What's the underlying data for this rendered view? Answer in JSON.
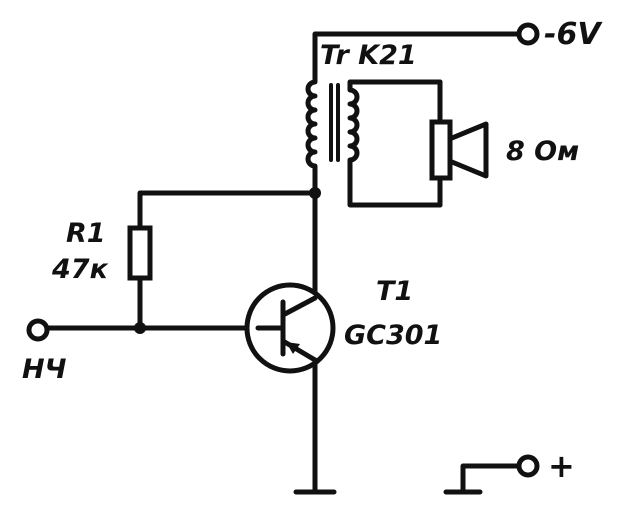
{
  "labels": {
    "supply_negative": "-6V",
    "transformer": "Tr K21",
    "speaker": "8 Ом",
    "resistor_ref": "R1",
    "resistor_value": "47к",
    "transistor_ref": "T1",
    "transistor_type": "GC301",
    "input": "НЧ",
    "supply_positive": "+"
  }
}
